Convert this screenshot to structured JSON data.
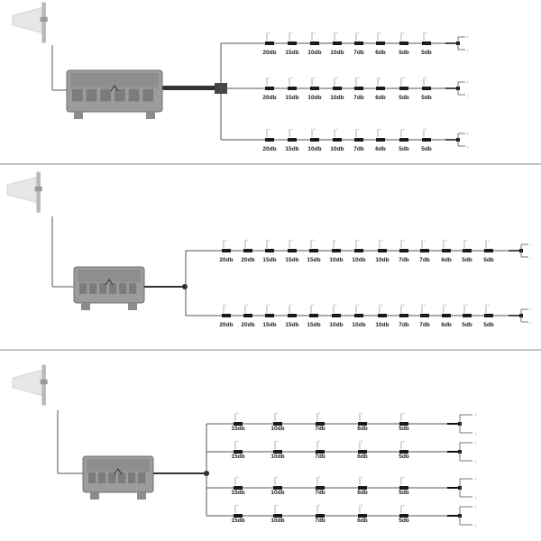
{
  "colors": {
    "line": "#555555",
    "divider": "#888888",
    "box": "#9a9d9a",
    "coupler": "#1a1a1a",
    "indoor_antenna": "#bbbbbb"
  },
  "diagrams": [
    {
      "name": "system-1",
      "branches": [
        [
          "20db",
          "15db",
          "10db",
          "10db",
          "7db",
          "6db",
          "5db",
          "5db"
        ],
        [
          "20db",
          "15db",
          "10db",
          "10db",
          "7db",
          "6db",
          "5db",
          "5db"
        ],
        [
          "20db",
          "15db",
          "10db",
          "10db",
          "7db",
          "6db",
          "5db",
          "5db"
        ]
      ]
    },
    {
      "name": "system-2",
      "branches": [
        [
          "20db",
          "20db",
          "15db",
          "15db",
          "15db",
          "10db",
          "10db",
          "10db",
          "7db",
          "7db",
          "6db",
          "5db",
          "5db"
        ],
        [
          "20db",
          "20db",
          "15db",
          "15db",
          "15db",
          "10db",
          "10db",
          "10db",
          "7db",
          "7db",
          "6db",
          "5db",
          "5db"
        ]
      ]
    },
    {
      "name": "system-3",
      "branches": [
        [
          "15db",
          "10db",
          "7db",
          "6db",
          "5db"
        ],
        [
          "15db",
          "10db",
          "7db",
          "6db",
          "5db"
        ],
        [
          "15db",
          "10db",
          "7db",
          "6db",
          "5db"
        ],
        [
          "15db",
          "10db",
          "7db",
          "6db",
          "5db"
        ]
      ]
    }
  ]
}
